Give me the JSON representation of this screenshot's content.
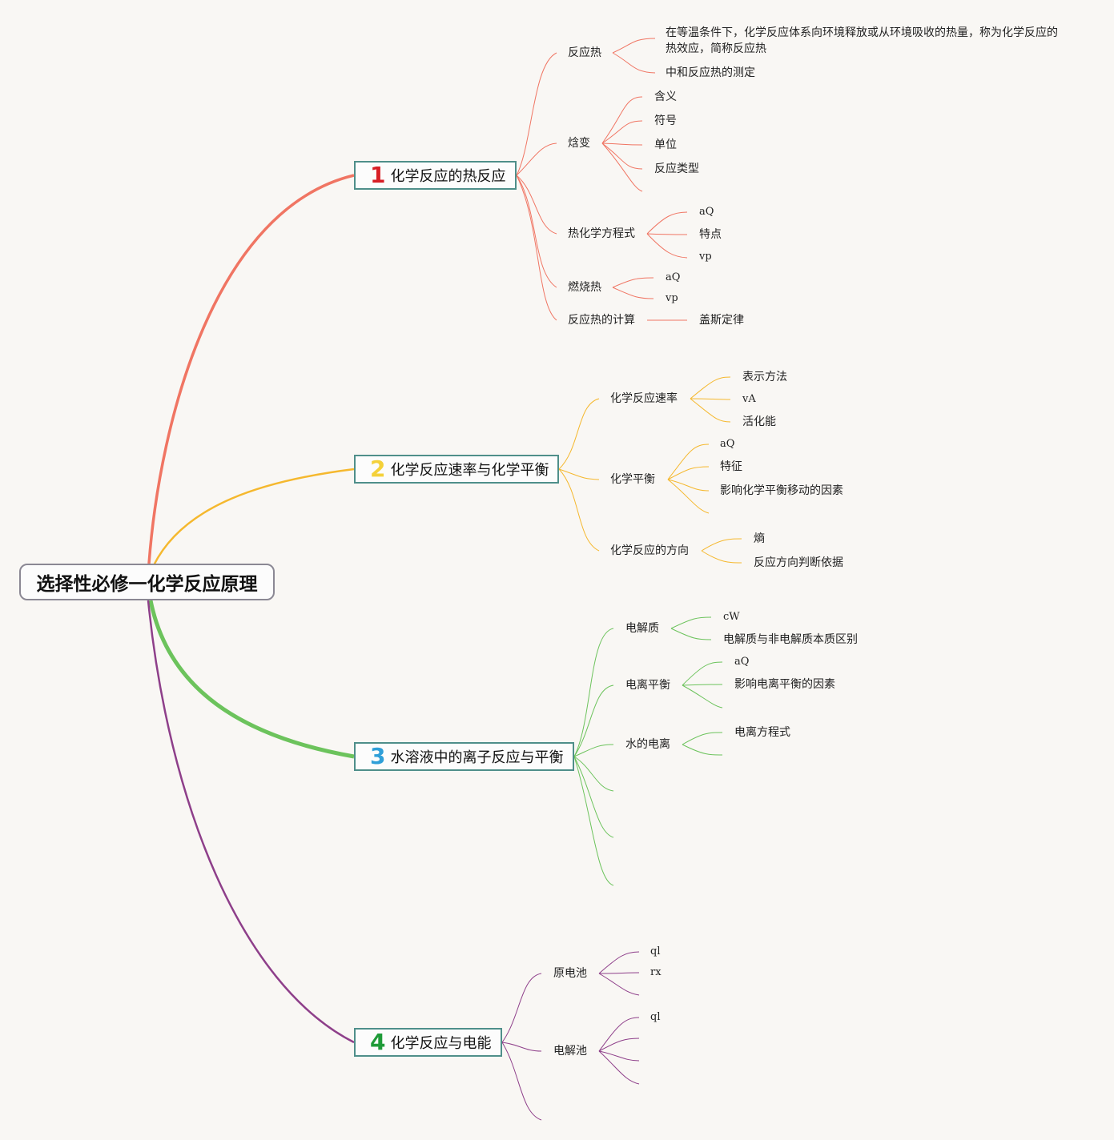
{
  "root": {
    "label": "选择性必修一化学反应原理"
  },
  "colors": {
    "topic1": "#f07563",
    "topic2": "#f5b82e",
    "topic3": "#6cc35c",
    "topic4": "#8e3f8a",
    "num1": "#d81f26",
    "num2": "#f4d13a",
    "num3": "#2f9fd8",
    "num4": "#1f9b38"
  },
  "topics": [
    {
      "number": "1",
      "label": "化学反应的热反应",
      "children": [
        {
          "label": "反应热",
          "children": [
            {
              "label": "在等温条件下，化学反应体系向环境释放或从环境吸收的热量，称为化学反应的热效应，简称反应热"
            },
            {
              "label": "中和反应热的测定"
            }
          ]
        },
        {
          "label": "焓变",
          "children": [
            {
              "label": "含义"
            },
            {
              "label": "符号"
            },
            {
              "label": "单位"
            },
            {
              "label": "反应类型"
            }
          ]
        },
        {
          "label": "热化学方程式",
          "children": [
            {
              "label": "aQ"
            },
            {
              "label": "特点"
            },
            {
              "label": "vp"
            }
          ]
        },
        {
          "label": "燃烧热",
          "children": [
            {
              "label": "aQ"
            },
            {
              "label": "vp"
            }
          ]
        },
        {
          "label": "反应热的计算",
          "children": [
            {
              "label": "盖斯定律"
            }
          ]
        }
      ]
    },
    {
      "number": "2",
      "label": "化学反应速率与化学平衡",
      "children": [
        {
          "label": "化学反应速率",
          "children": [
            {
              "label": "表示方法"
            },
            {
              "label": "vA"
            },
            {
              "label": "活化能"
            }
          ]
        },
        {
          "label": "化学平衡",
          "children": [
            {
              "label": "aQ"
            },
            {
              "label": "特征"
            },
            {
              "label": "影响化学平衡移动的因素"
            }
          ]
        },
        {
          "label": "化学反应的方向",
          "children": [
            {
              "label": "熵"
            },
            {
              "label": "反应方向判断依据"
            }
          ]
        }
      ]
    },
    {
      "number": "3",
      "label": "水溶液中的离子反应与平衡",
      "children": [
        {
          "label": "电解质",
          "children": [
            {
              "label": "cW"
            },
            {
              "label": "电解质与非电解质本质区别"
            }
          ]
        },
        {
          "label": "电离平衡",
          "children": [
            {
              "label": "aQ"
            },
            {
              "label": "影响电离平衡的因素"
            }
          ]
        },
        {
          "label": "水的电离",
          "children": [
            {
              "label": "电离方程式"
            }
          ]
        }
      ]
    },
    {
      "number": "4",
      "label": "化学反应与电能",
      "children": [
        {
          "label": "原电池",
          "children": [
            {
              "label": "ql"
            },
            {
              "label": "rx"
            }
          ]
        },
        {
          "label": "电解池",
          "children": [
            {
              "label": "ql"
            }
          ]
        }
      ]
    }
  ]
}
